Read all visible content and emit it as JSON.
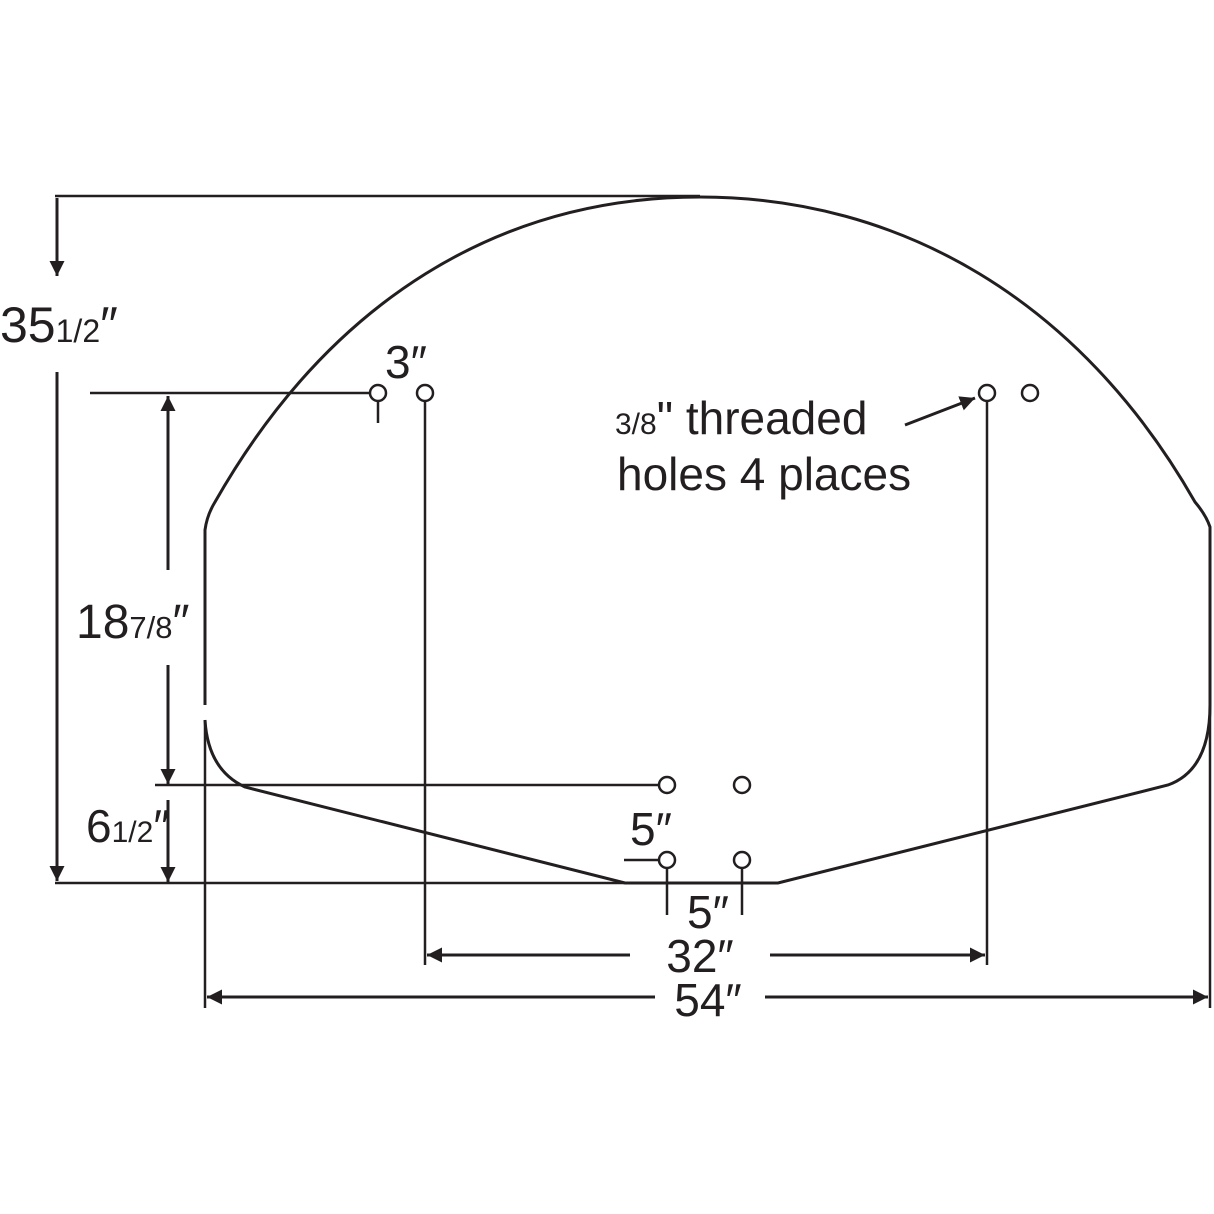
{
  "dimensions": {
    "total_height": {
      "whole": "35",
      "fraction": "1/2",
      "unit": "″"
    },
    "hole_vertical_spacing": {
      "whole": "18",
      "fraction": "7/8",
      "unit": "″"
    },
    "bottom_offset": {
      "whole": "6",
      "fraction": "1/2",
      "unit": "″"
    },
    "top_hole_spacing": "3″",
    "bottom_hole_vertical": "5″",
    "bottom_hole_horizontal": "5″",
    "top_hole_span": "32″",
    "total_width": "54″"
  },
  "note": {
    "fraction": "3/8",
    "line1_rest": "\" threaded",
    "line2": "holes 4 places"
  },
  "colors": {
    "ink": "#231f20",
    "background": "#ffffff"
  }
}
